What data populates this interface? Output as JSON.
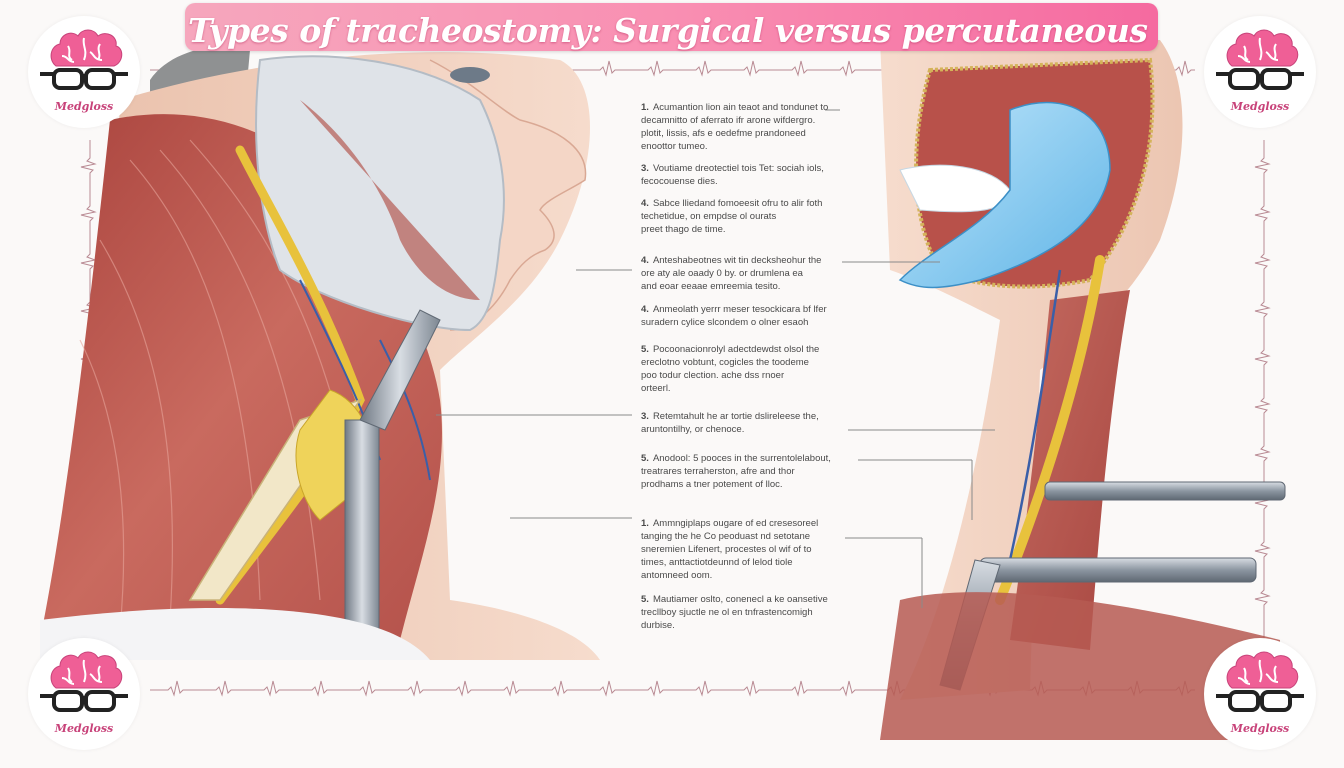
{
  "title": "Types of tracheostomy: Surgical versus percutaneous techniques.",
  "brand": {
    "name": "Medgloss",
    "color": "#c8437a",
    "icon": "brain-glasses-icon"
  },
  "colors": {
    "banner_start": "#f6a7bd",
    "banner_end": "#f56aa0",
    "muscle": "#b9584f",
    "nerve": "#e8c23c",
    "vein": "#3a5fa8",
    "instrument": "#9aa4b0",
    "tube": "#7fc8ee"
  },
  "notes": [
    {
      "num": "1.",
      "text": "Acumantion lion ain teaot and tondunet to\ndecamnitto of aferrato ifr arone wifdergro.\nplotit, lissis, afs e oedefme prandoneed\nenoottor tumeo."
    },
    {
      "num": "3.",
      "text": "Voutiame dreotectiel tois Tet: sociah iols,\nfecocouense dies."
    },
    {
      "num": "4.",
      "text": "Sabce lliedand fomoeesit ofru to alir foth\ntechetidue, on empdse ol ourats\npreet thago de time."
    },
    {
      "num": "4.",
      "text": "Anteshabeotnes wit tin decksheohur the\nore aty ale oaady 0 by. or drumlena ea\nand eoar eeaae emreemia tesito."
    },
    {
      "num": "4.",
      "text": "Anmeolath yerrr meser tesockicara bf lfer\nsuradern cylice slcondem o olner esaoh"
    },
    {
      "num": "5.",
      "text": "Pocoonacionrolyl adectdewdst olsol the\nereclotno vobtunt, cogicles the toodeme\npoo todur clection. ache dss rnoer\norteerl."
    },
    {
      "num": "3.",
      "text": "Retemtahult he ar tortie dslireleese the,\naruntontilhy, or chenoce."
    },
    {
      "num": "5.",
      "text": "Anodool: 5 pooces in the surrentolelabout,\ntreatrares terraherston, afre and thor\nprodhams a tner potement of lloc."
    },
    {
      "num": "1.",
      "text": "Ammngiplaps ougare of ed cresesoreel\ntanging the he Co peoduast nd setotane\nsneremien Lifenert, procestes ol wif of to\ntimes, anttactiotdeunnd of lelod tiole\nantomneed oom."
    },
    {
      "num": "5.",
      "text": "Mautiamer oslto, conenecl a ke oansetive\ntrecllboy sjuctle ne ol en tnfrastencomigh\ndurbise."
    }
  ]
}
